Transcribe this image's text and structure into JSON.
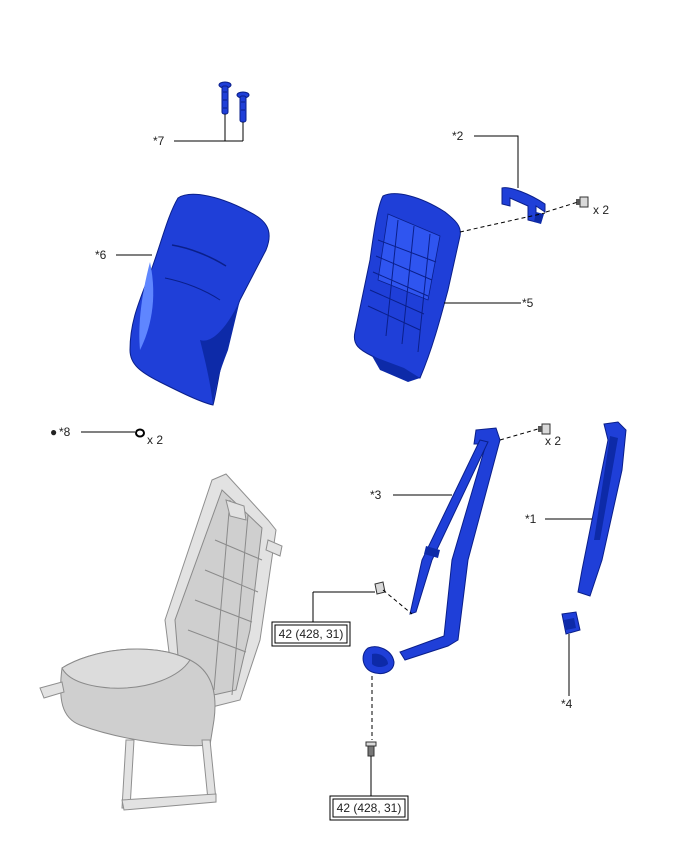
{
  "labels": {
    "p1": "*1",
    "p2": "*2",
    "p3": "*3",
    "p4": "*4",
    "p5": "*5",
    "p6": "*6",
    "p7": "*7",
    "p8": "*8",
    "p8_bullet": "●"
  },
  "quantities": {
    "q2": "x 2",
    "q3": "x 2",
    "q8": "x 2"
  },
  "torque": {
    "upper": "42 (428, 31)",
    "lower": "42 (428, 31)"
  },
  "colors": {
    "part_blue": "#1f3fd8",
    "frame_grey": "#e2e2e2"
  }
}
